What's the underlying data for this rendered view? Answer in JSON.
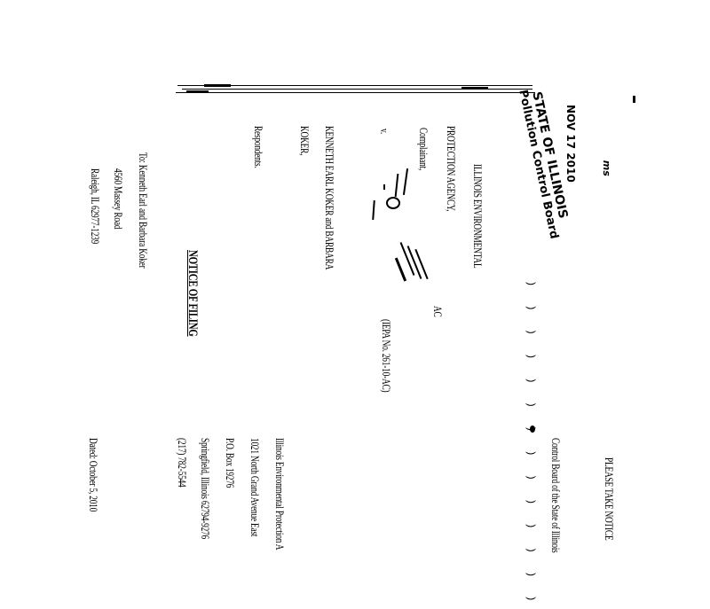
{
  "stamp": {
    "received": "NOV 17 2010",
    "state": "STATE OF ILLINOIS",
    "board": "Pollution Control Board",
    "initials": "ms"
  },
  "caption": {
    "complainant_line1": "ILLINOIS ENVIRONMENTAL",
    "complainant_line2": "PROTECTION AGENCY,",
    "complainant_role": "Complainant,",
    "case_number": "11-9",
    "versus": "v.",
    "case_type": "AC",
    "respondent_line1": "KENNETH EARL KOKER and BARBARA",
    "respondent_line2": "KOKER,",
    "respondent_role": "Respondents.",
    "iepa_number": "(IEPA No. 261-10-AC)"
  },
  "title": "NOTICE OF FILING",
  "to_address": {
    "line1": "To:  Kenneth Earl and Barbara Koker",
    "line2": "4560 Massey Road",
    "line3": "Raleigh, IL 62977-1239"
  },
  "body": {
    "line1": "PLEASE TAKE NOTICE",
    "line2": "Control Board of the State of Illinois"
  },
  "from_address": {
    "line1": "Illinois Environmental Protection A",
    "line2": "1021 North Grand Avenue East",
    "line3": "P.O. Box 19276",
    "line4": "Springfield, Illinois 62794-9276",
    "line5": "(217) 782-5544"
  },
  "dated": "Dated:  October 5, 2010"
}
